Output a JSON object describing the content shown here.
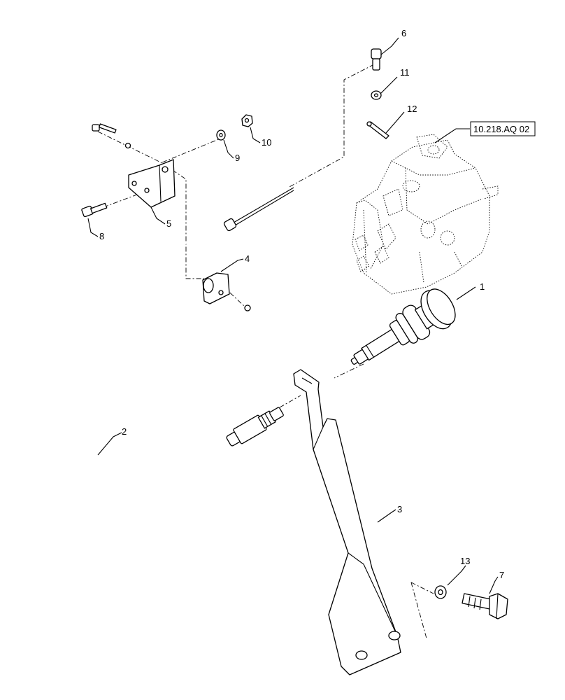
{
  "callouts": {
    "c1": "1",
    "c2": "2",
    "c3": "3",
    "c4": "4",
    "c5": "5",
    "c6": "6",
    "c7": "7",
    "c8": "8",
    "c9": "9",
    "c10": "10",
    "c11": "11",
    "c12": "12",
    "c13": "13"
  },
  "reference": {
    "label": "10.218.AQ 02"
  }
}
